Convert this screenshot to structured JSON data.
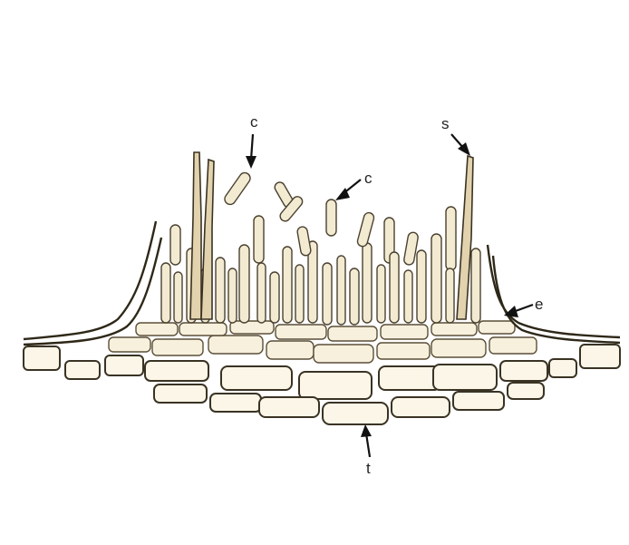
{
  "labels": {
    "conidia_left": "c",
    "conidia_right": "c",
    "seta": "s",
    "epidermis": "e",
    "tissue": "t"
  },
  "colors": {
    "background": "#ffffff",
    "cell_fill": "#fbf6e8",
    "outline": "#3a3324",
    "seta_fill": "#e2d3ae"
  }
}
